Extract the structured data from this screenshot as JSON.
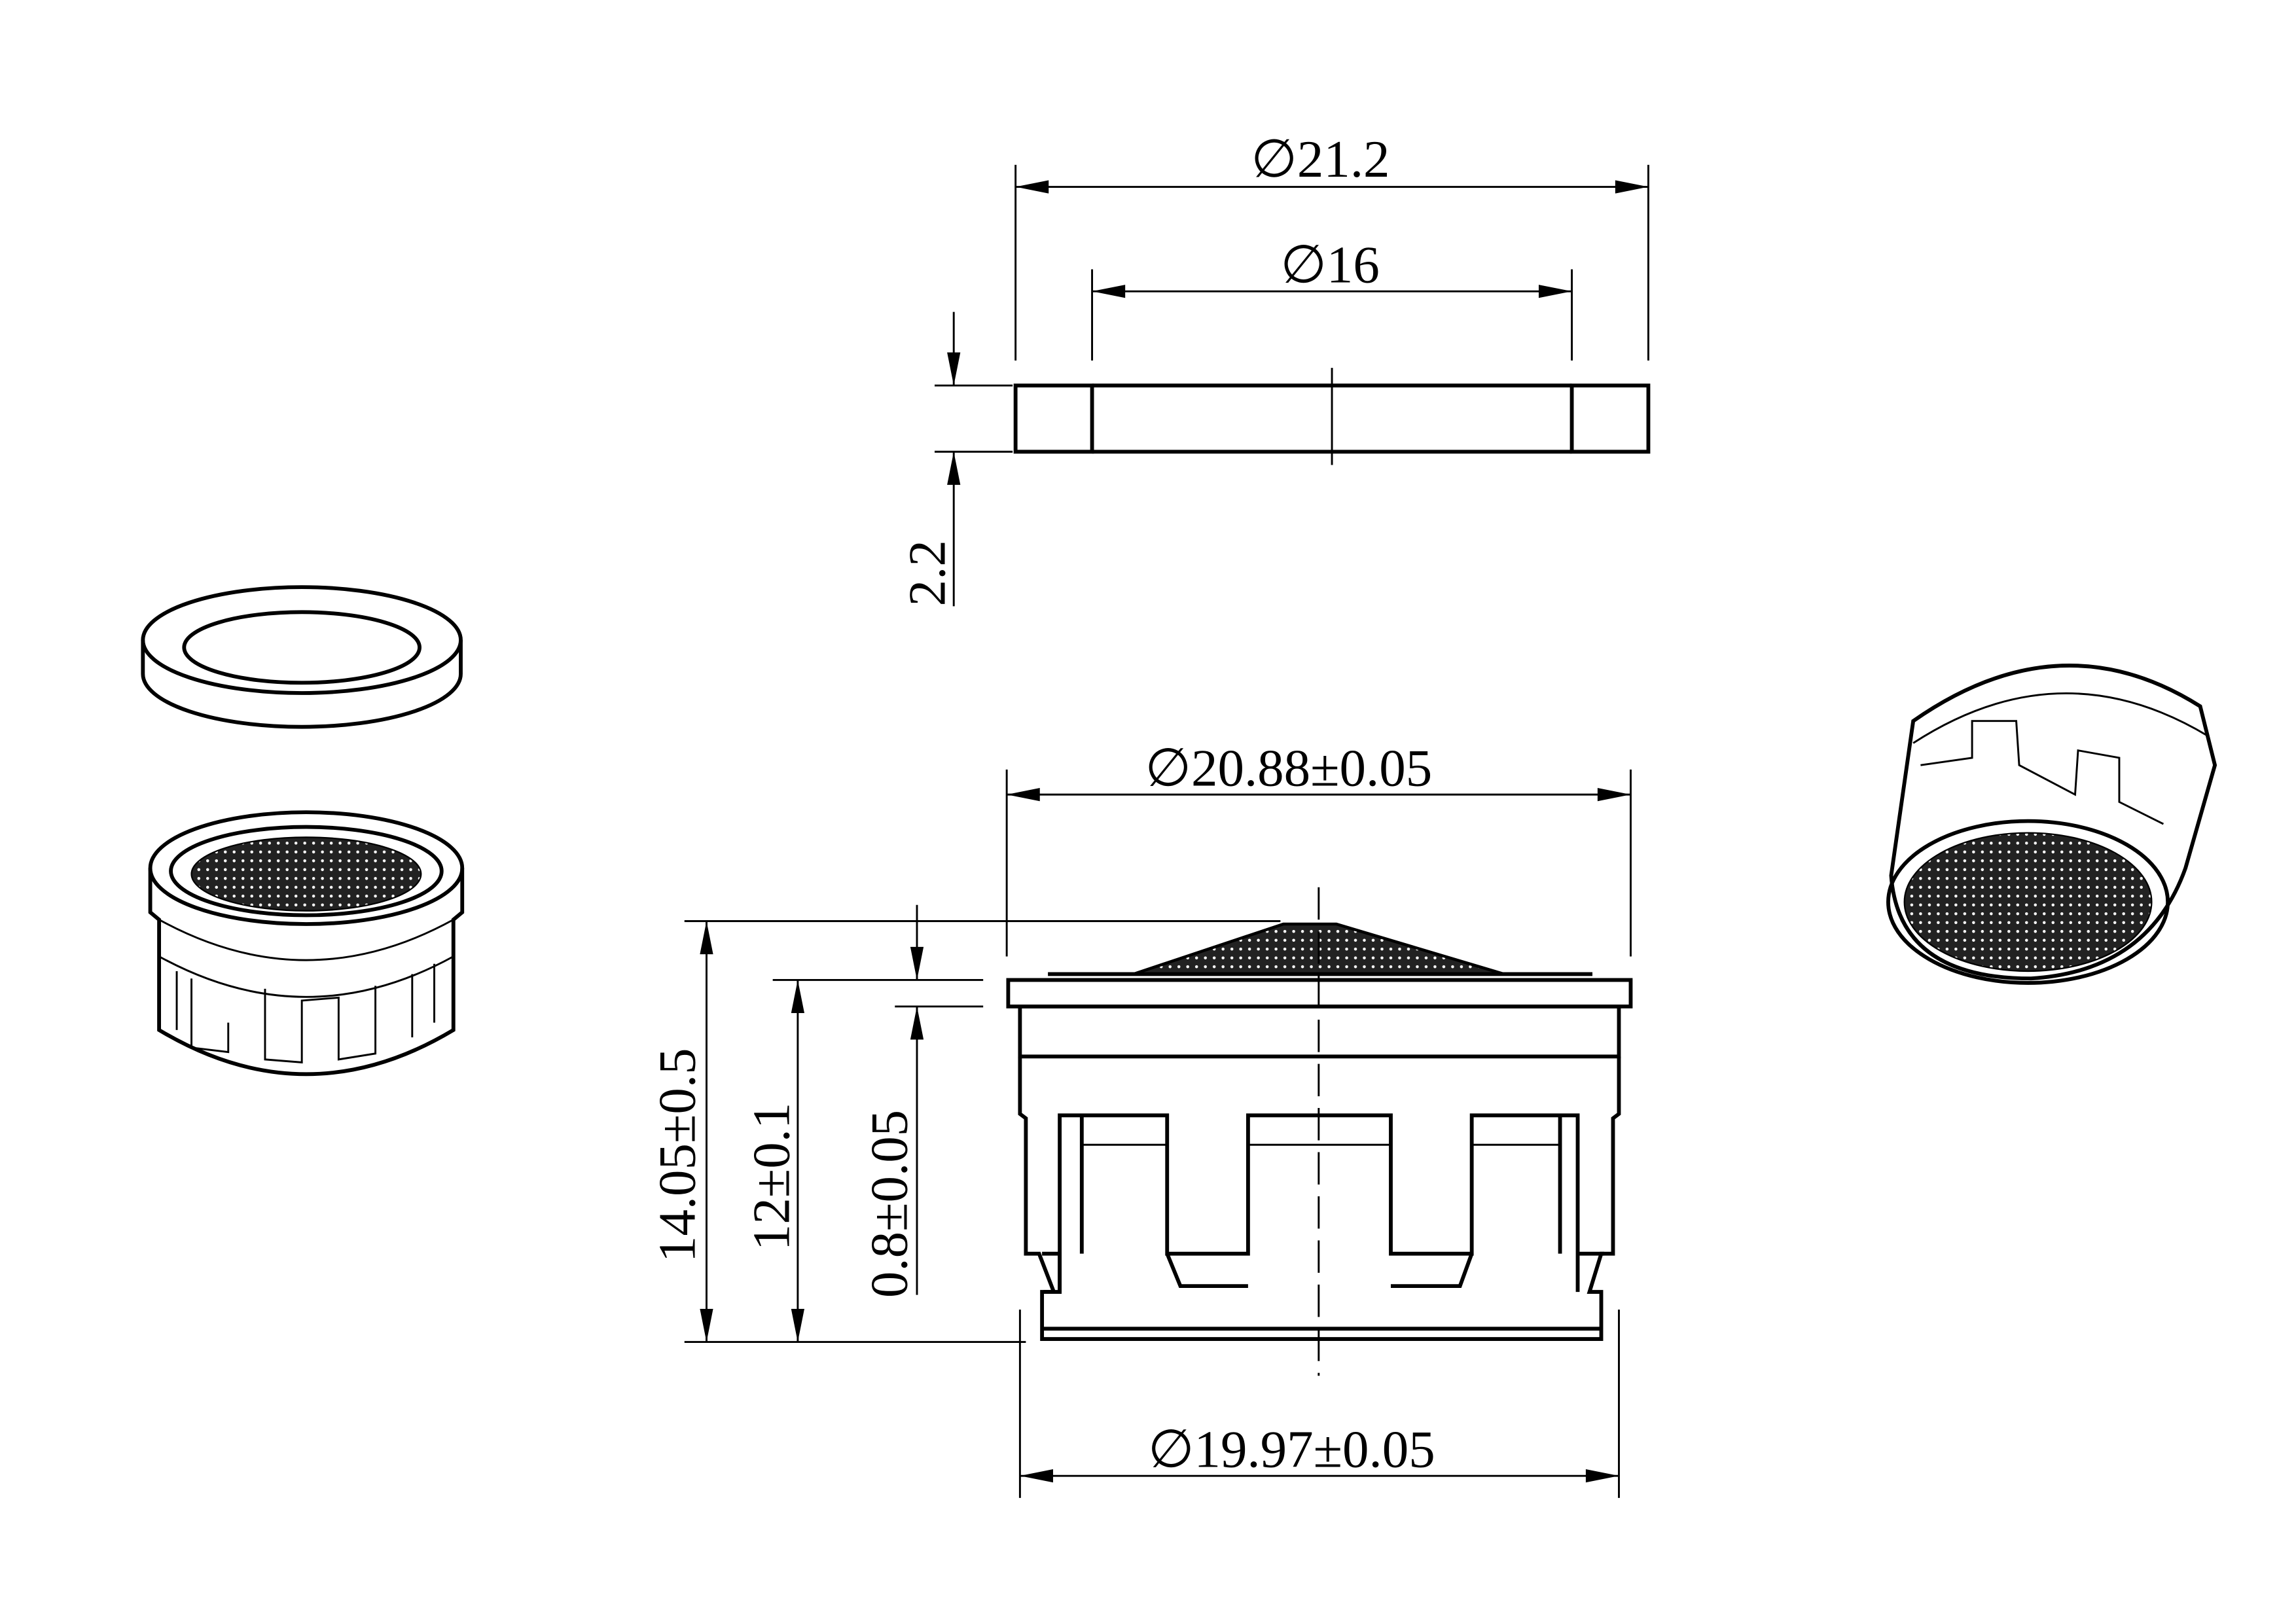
{
  "gasket": {
    "outer_diameter": "∅21.2",
    "inner_diameter": "∅16",
    "thickness": "2.2"
  },
  "aerator": {
    "flange_diameter": "∅20.88±0.05",
    "body_diameter": "∅19.97±0.05",
    "total_height": "14.05±0.5",
    "body_height": "12±0.1",
    "flange_thickness": "0.8±0.05"
  },
  "colors": {
    "line": "#000000",
    "background": "#ffffff"
  }
}
